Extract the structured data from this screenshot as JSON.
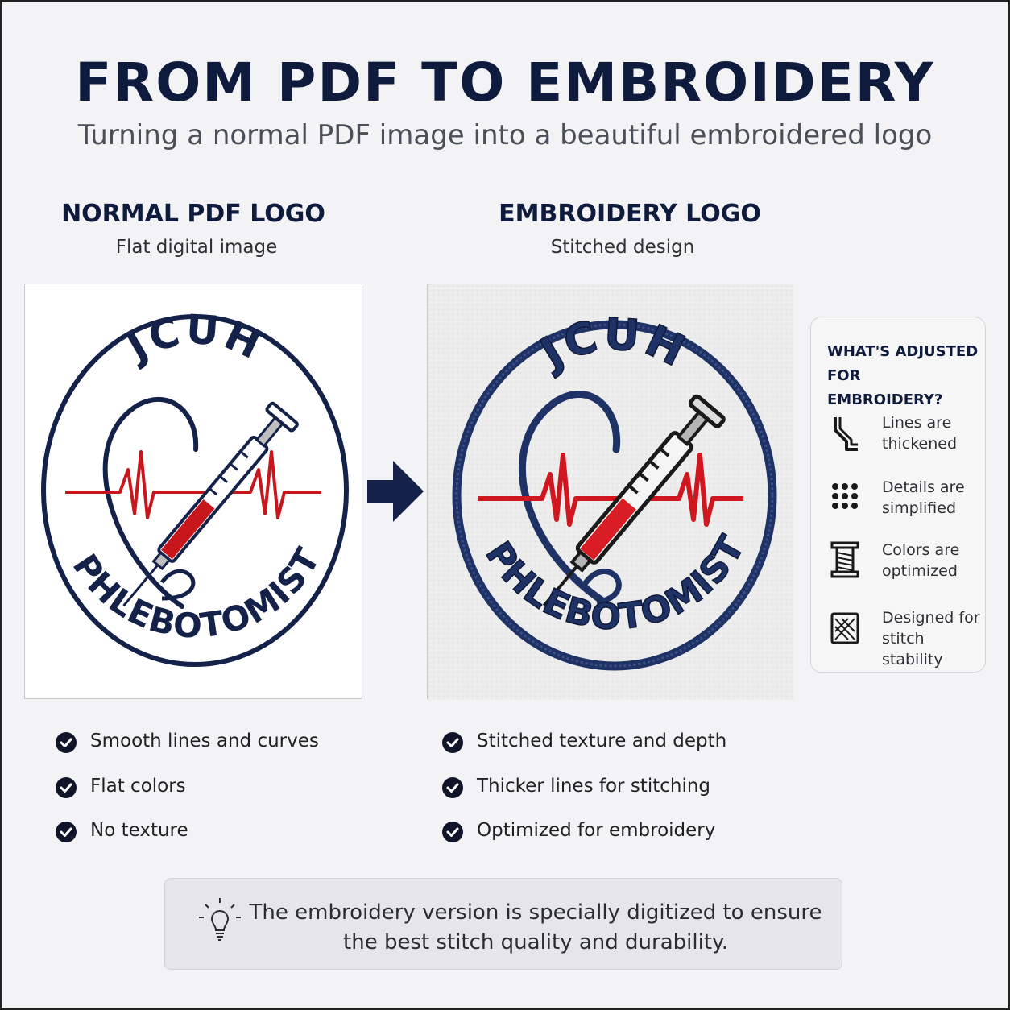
{
  "header": {
    "title": "FROM PDF TO EMBROIDERY",
    "subtitle": "Turning a normal PDF image into a beautiful embroidered logo"
  },
  "left_column": {
    "heading": "NORMAL PDF LOGO",
    "subheading": "Flat digital image",
    "features": [
      "Smooth lines and curves",
      "Flat colors",
      "No texture"
    ]
  },
  "right_column": {
    "heading": "EMBROIDERY LOGO",
    "subheading": "Stitched design",
    "features": [
      "Stitched texture and depth",
      "Thicker lines for stitching",
      "Optimized for embroidery"
    ]
  },
  "logo": {
    "top_text": "JCUH",
    "bottom_text": "PHLEBOTOMIST",
    "colors": {
      "navy": "#14224a",
      "red": "#c8161d",
      "gray": "#bfbfbf"
    }
  },
  "adjustments": {
    "title_line1": "WHAT'S ADJUSTED",
    "title_line2": "FOR EMBROIDERY?",
    "items": [
      {
        "icon": "thick-line-icon",
        "line1": "Lines are",
        "line2": "thickened"
      },
      {
        "icon": "dots-grid-icon",
        "line1": "Details are",
        "line2": "simplified"
      },
      {
        "icon": "thread-spool-icon",
        "line1": "Colors are",
        "line2": "optimized"
      },
      {
        "icon": "stitch-pattern-icon",
        "line1": "Designed for",
        "line2": "stitch stability"
      }
    ]
  },
  "note": {
    "icon": "lightbulb-icon",
    "line1": "The embroidery version is specially digitized to ensure",
    "line2": "the best stitch quality and durability."
  },
  "icons": {
    "check": "check-circle-icon",
    "arrow": "arrow-right-icon"
  }
}
